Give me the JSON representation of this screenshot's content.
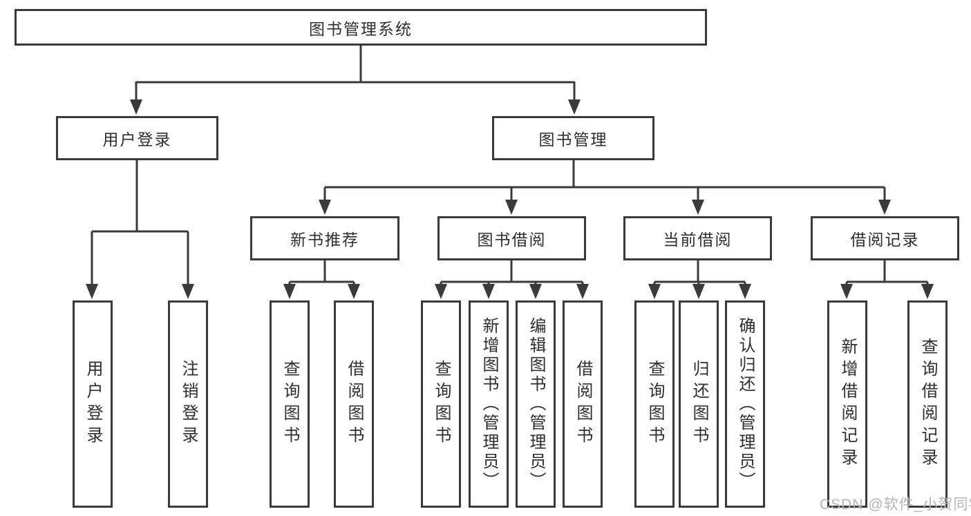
{
  "diagram": {
    "root": "图书管理系统",
    "level2": [
      "用户登录",
      "图书管理"
    ],
    "level3": [
      "新书推荐",
      "图书借阅",
      "当前借阅",
      "借阅记录"
    ],
    "leaves": [
      "用户登录",
      "注销登录",
      "查询图书",
      "借阅图书",
      "查询图书",
      "新增图书（管理员）",
      "编辑图书（管理员）",
      "借阅图书",
      "查询图书",
      "归还图书",
      "确认归还（管理员）",
      "新增借阅记录",
      "查询借阅记录"
    ]
  },
  "watermark": "CSDN @软件_小贺同学",
  "colors": {
    "line": "#3a3a3a",
    "text": "#2e2e2e",
    "watermark": "#b5b5b5",
    "background": "#ffffff"
  }
}
